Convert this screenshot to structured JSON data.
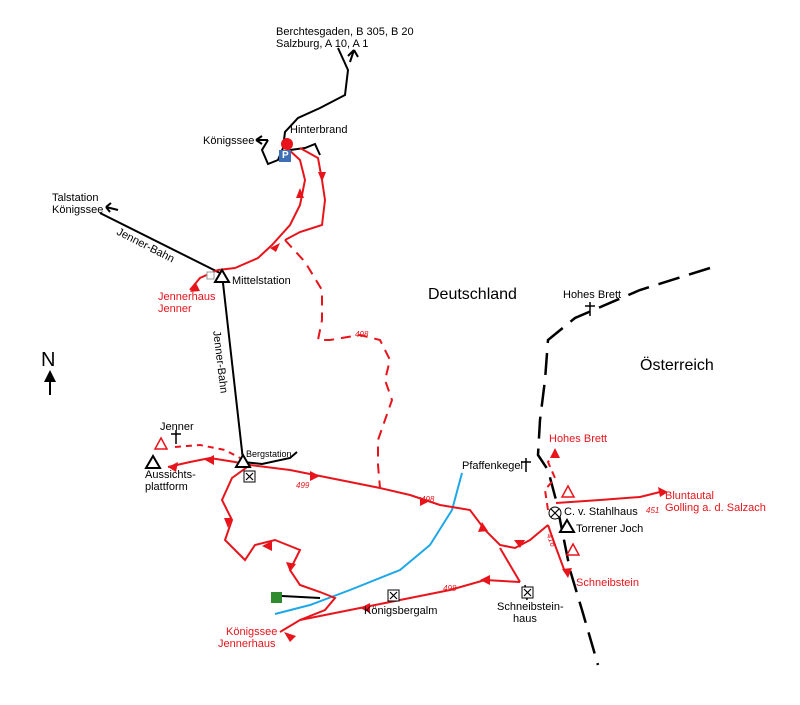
{
  "labels": {
    "berchtesgaden": "Berchtesgaden, B 305, B 20",
    "salzburg": "Salzburg, A 10, A 1",
    "hinterbrand": "Hinterbrand",
    "koenigssee": "Königssee",
    "talstation_1": "Talstation",
    "talstation_2": "Königssee",
    "jenner_bahn_1": "Jenner-Bahn",
    "jenner_bahn_2": "Jenner-Bahn",
    "mittelstation": "Mittelstation",
    "jennerhaus_1": "Jennerhaus",
    "jennerhaus_2": "Jenner",
    "deutschland": "Deutschland",
    "oesterreich": "Österreich",
    "hohes_brett_top": "Hohes Brett",
    "hohes_brett_red": "Hohes Brett",
    "pfaffenkegel": "Pfaffenkegel",
    "stahlhaus": "C. v. Stahlhaus",
    "torrener_joch": "Torrener Joch",
    "bluntautal": "Bluntautal",
    "golling": "Golling a. d. Salzach",
    "schneibstein": "Schneibstein",
    "schneibsteinhaus_1": "Schneibstein-",
    "schneibsteinhaus_2": "haus",
    "koenigsbergalm": "Königsbergalm",
    "koenigssee_bottom": "Königssee",
    "jennerhaus_bottom": "Jennerhaus",
    "jenner": "Jenner",
    "aussicht_1": "Aussichts-",
    "aussicht_2": "plattform",
    "bergstation": "Bergstation",
    "north": "N",
    "parking": "P"
  },
  "trail_numbers": {
    "t498_a": "498",
    "t499": "499",
    "t498_b": "498",
    "t498_c": "498",
    "t451": "451",
    "t416": "416"
  },
  "colors": {
    "trail": "#e8141b",
    "road": "#000000",
    "stream": "#1ea7e8",
    "parking_sign": "#3d6fb6",
    "parking_dot": "#e8141b",
    "border": "#000000",
    "shelter_icon": "#2e8b2e"
  }
}
